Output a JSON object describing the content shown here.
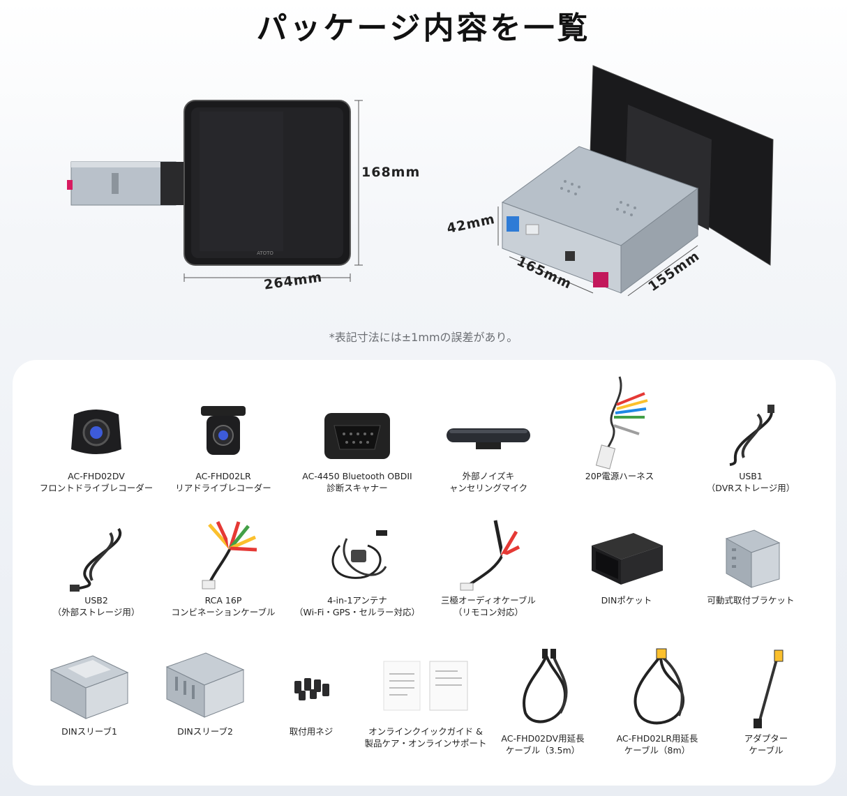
{
  "title": "パッケージ内容を一覧",
  "dimensions": {
    "height_front": "168mm",
    "width_front": "264mm",
    "depth_a": "42mm",
    "depth_b": "165mm",
    "depth_c": "155mm"
  },
  "device_logo": "ATOTO",
  "note": "*表記寸法には±1mmの誤差があり。",
  "items": [
    {
      "line1": "AC-FHD02DV",
      "line2": "フロントドライブレコーダー"
    },
    {
      "line1": "AC-FHD02LR",
      "line2": "リアドライブレコーダー"
    },
    {
      "line1": "AC-4450 Bluetooth OBDII",
      "line2": "診断スキャナー"
    },
    {
      "line1": "外部ノイズキ",
      "line2": "ャンセリングマイク"
    },
    {
      "line1": "20P電源ハーネス",
      "line2": ""
    },
    {
      "line1": "USB1",
      "line2": "（DVRストレージ用）"
    },
    {
      "line1": "USB2",
      "line2": "（外部ストレージ用）"
    },
    {
      "line1": "RCA 16P",
      "line2": "コンビネーションケーブル"
    },
    {
      "line1": "4-in-1アンテナ",
      "line2": "（Wi‑Fi・GPS・セルラー対応）"
    },
    {
      "line1": "三極オーディオケーブル",
      "line2": "（リモコン対応）"
    },
    {
      "line1": "DINポケット",
      "line2": ""
    },
    {
      "line1": "可動式取付ブラケット",
      "line2": ""
    },
    {
      "line1": "DINスリーブ1",
      "line2": ""
    },
    {
      "line1": "DINスリーブ2",
      "line2": ""
    },
    {
      "line1": "取付用ネジ",
      "line2": ""
    },
    {
      "line1": "オンラインクイックガイド &",
      "line2": "製品ケア・オンラインサポート"
    },
    {
      "line1": "AC-FHD02DV用延長",
      "line2": "ケーブル（3.5m）"
    },
    {
      "line1": "AC-FHD02LR用延長",
      "line2": "ケーブル（8m）"
    },
    {
      "line1": "アダプター",
      "line2": "ケーブル"
    }
  ],
  "colors": {
    "accent_pink": "#c2185b",
    "screen": "#1a1a1c",
    "chassis": "#aab3bd"
  }
}
